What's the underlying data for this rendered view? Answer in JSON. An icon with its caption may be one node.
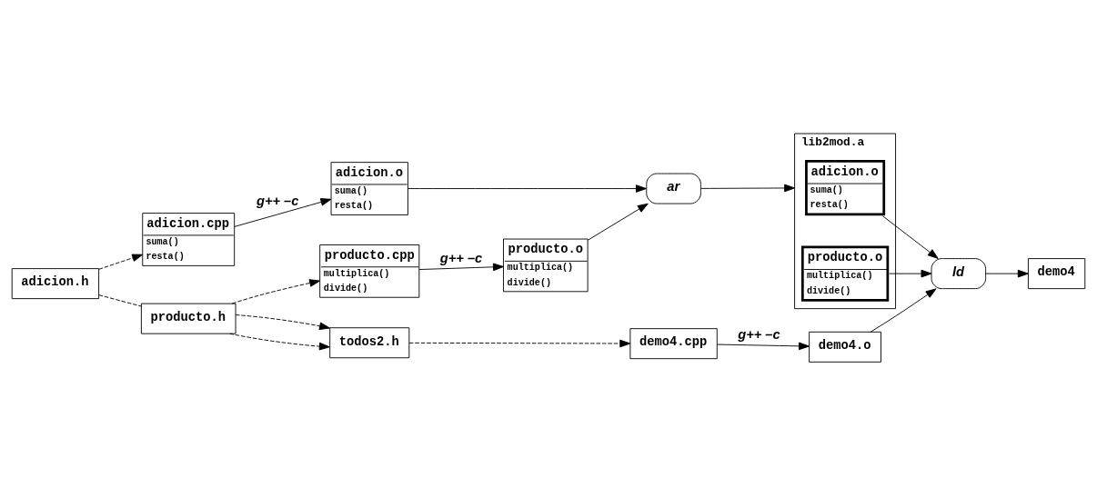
{
  "diagram": {
    "nodes": [
      {
        "text": [
          "adicion.h"
        ]
      },
      {
        "text": [
          "adicion.cpp",
          "suma()",
          "resta()"
        ]
      },
      {
        "text": [
          "adicion.o",
          "suma()",
          "resta()"
        ]
      },
      {
        "text": [
          "ar"
        ]
      },
      {
        "text": [
          "producto.h"
        ]
      },
      {
        "text": [
          "producto.cpp",
          "multiplica()",
          "divide()"
        ]
      },
      {
        "text": [
          "producto.o",
          "multiplica()",
          "divide()"
        ]
      },
      {
        "text": [
          "todos2.h"
        ]
      },
      {
        "text": [
          "lib2mod.a"
        ]
      },
      {
        "text": [
          "adicion.o",
          "suma()",
          "resta()"
        ],
        "in": 8
      },
      {
        "text": [
          "producto.o",
          "multiplica()",
          "divide()"
        ],
        "in": 8
      },
      {
        "text": [
          "demo4.cpp"
        ]
      },
      {
        "text": [
          "demo4.o"
        ]
      },
      {
        "text": [
          "ld"
        ]
      },
      {
        "text": [
          "demo4"
        ]
      }
    ],
    "edges": [
      {
        "from": 0,
        "to": 1,
        "arrow": "to",
        "style": "dashed"
      },
      {
        "from": 0,
        "to": 4,
        "arrow": "none",
        "style": "dashed"
      },
      {
        "from": 4,
        "to": 5,
        "arrow": "to",
        "style": "dashed"
      },
      {
        "from": 4,
        "to": 7,
        "arrow": "to",
        "style": "dashed"
      },
      {
        "from": 4,
        "to": 7,
        "arrow": "to",
        "style": "dashed"
      },
      {
        "from": 7,
        "to": 11,
        "arrow": "to",
        "style": "dashed"
      },
      {
        "from": 1,
        "to": 2,
        "arrow": "to",
        "label": "g++ –c"
      },
      {
        "from": 5,
        "to": 6,
        "arrow": "to",
        "label": "g++ –c"
      },
      {
        "from": 2,
        "to": 3,
        "arrow": "to"
      },
      {
        "from": 6,
        "to": 3,
        "arrow": "to"
      },
      {
        "from": 3,
        "to": 8,
        "arrow": "to"
      },
      {
        "from": 9,
        "to": 13,
        "arrow": "to"
      },
      {
        "from": 10,
        "to": 13,
        "arrow": "to"
      },
      {
        "from": 11,
        "to": 12,
        "arrow": "to",
        "label": "g++ –c"
      },
      {
        "from": 12,
        "to": 13,
        "arrow": "to"
      },
      {
        "from": 13,
        "to": 14,
        "arrow": "to"
      }
    ]
  }
}
